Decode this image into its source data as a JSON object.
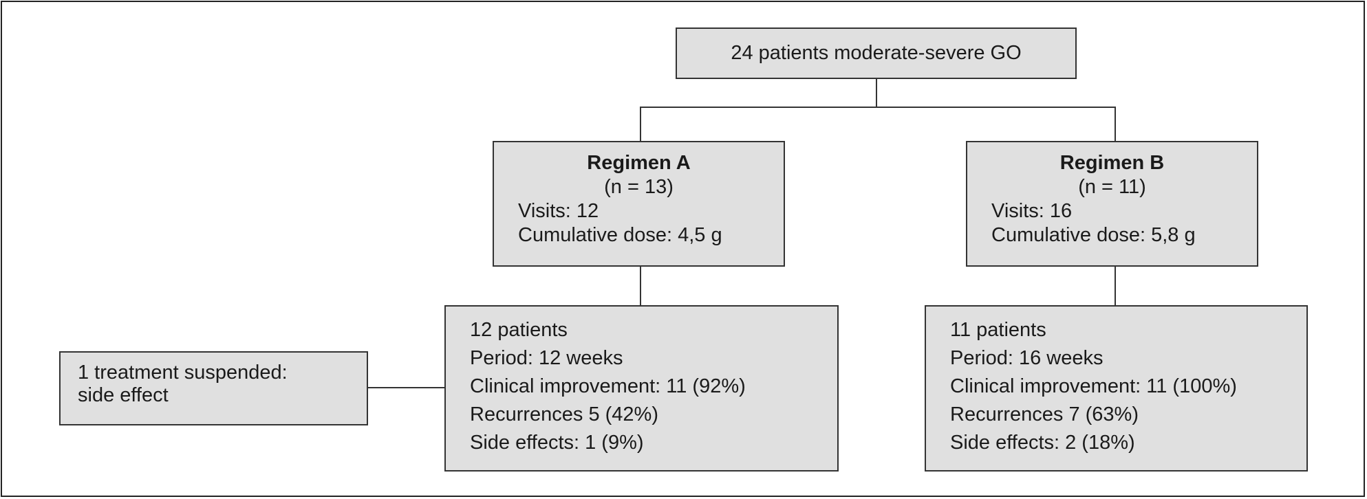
{
  "root": {
    "label": "24 patients moderate-severe GO"
  },
  "regimen_a": {
    "title": "Regimen A",
    "n": "(n = 13)",
    "visits": "Visits: 12",
    "dose": "Cumulative dose: 4,5 g"
  },
  "regimen_b": {
    "title": "Regimen B",
    "n": "(n = 11)",
    "visits": "Visits: 16",
    "dose": "Cumulative dose: 5,8 g"
  },
  "outcome_a": {
    "patients": "12 patients",
    "period": "Period: 12 weeks",
    "improvement": "Clinical improvement: 11 (92%)",
    "recurrences": "Recurrences 5 (42%)",
    "side_effects": "Side effects: 1 (9%)"
  },
  "outcome_b": {
    "patients": "11 patients",
    "period": "Period: 16 weeks",
    "improvement": "Clinical improvement: 11 (100%)",
    "recurrences": "Recurrences 7 (63%)",
    "side_effects": "Side effects: 2 (18%)"
  },
  "suspended": {
    "line1": "1 treatment suspended:",
    "line2": "side effect"
  }
}
